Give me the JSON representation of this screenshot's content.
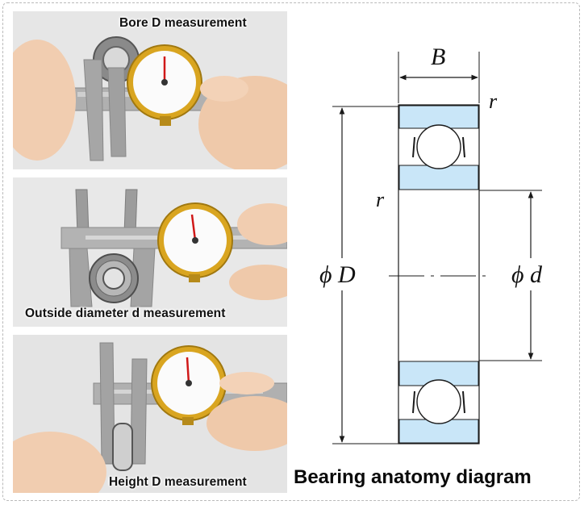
{
  "photos": [
    {
      "caption": "Bore D measurement"
    },
    {
      "caption": "Outside diameter d measurement"
    },
    {
      "caption": "Height D measurement"
    }
  ],
  "diagram": {
    "title": "Bearing anatomy diagram",
    "labels": {
      "width": "B",
      "radius_top": "r",
      "radius_left": "r",
      "outer_diameter": "ϕ D",
      "inner_diameter": "ϕ d"
    }
  },
  "colors": {
    "race_fill": "#c9e6f8",
    "line": "#1a1a1a",
    "caliper_steel": "#a9a9a9",
    "dial_bezel": "#d9a520",
    "dial_needle": "#d01818"
  }
}
